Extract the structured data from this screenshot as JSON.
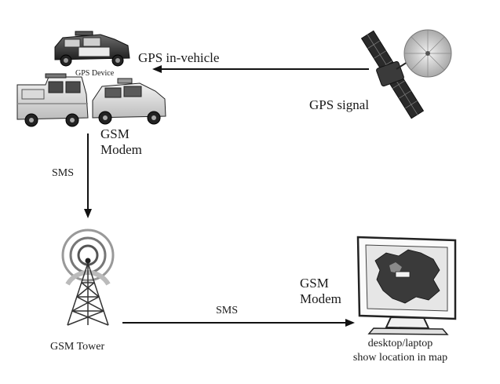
{
  "labels": {
    "gps_in_vehicle": "GPS in-vehicle",
    "gps_signal": "GPS signal",
    "gps_device": "GPS Device",
    "gsm_modem_top_line1": "GSM",
    "gsm_modem_top_line2": "Modem",
    "sms_vertical": "SMS",
    "gsm_tower": "GSM Tower",
    "sms_horizontal": "SMS",
    "gsm_modem_bottom_line1": "GSM",
    "gsm_modem_bottom_line2": "Modem",
    "desktop_line1": "desktop/laptop",
    "desktop_line2": "show location in map"
  },
  "icons": {
    "satellite": "satellite-icon",
    "vehicles": "vehicles-icon",
    "tower": "gsm-tower-icon",
    "monitor": "monitor-map-icon"
  }
}
